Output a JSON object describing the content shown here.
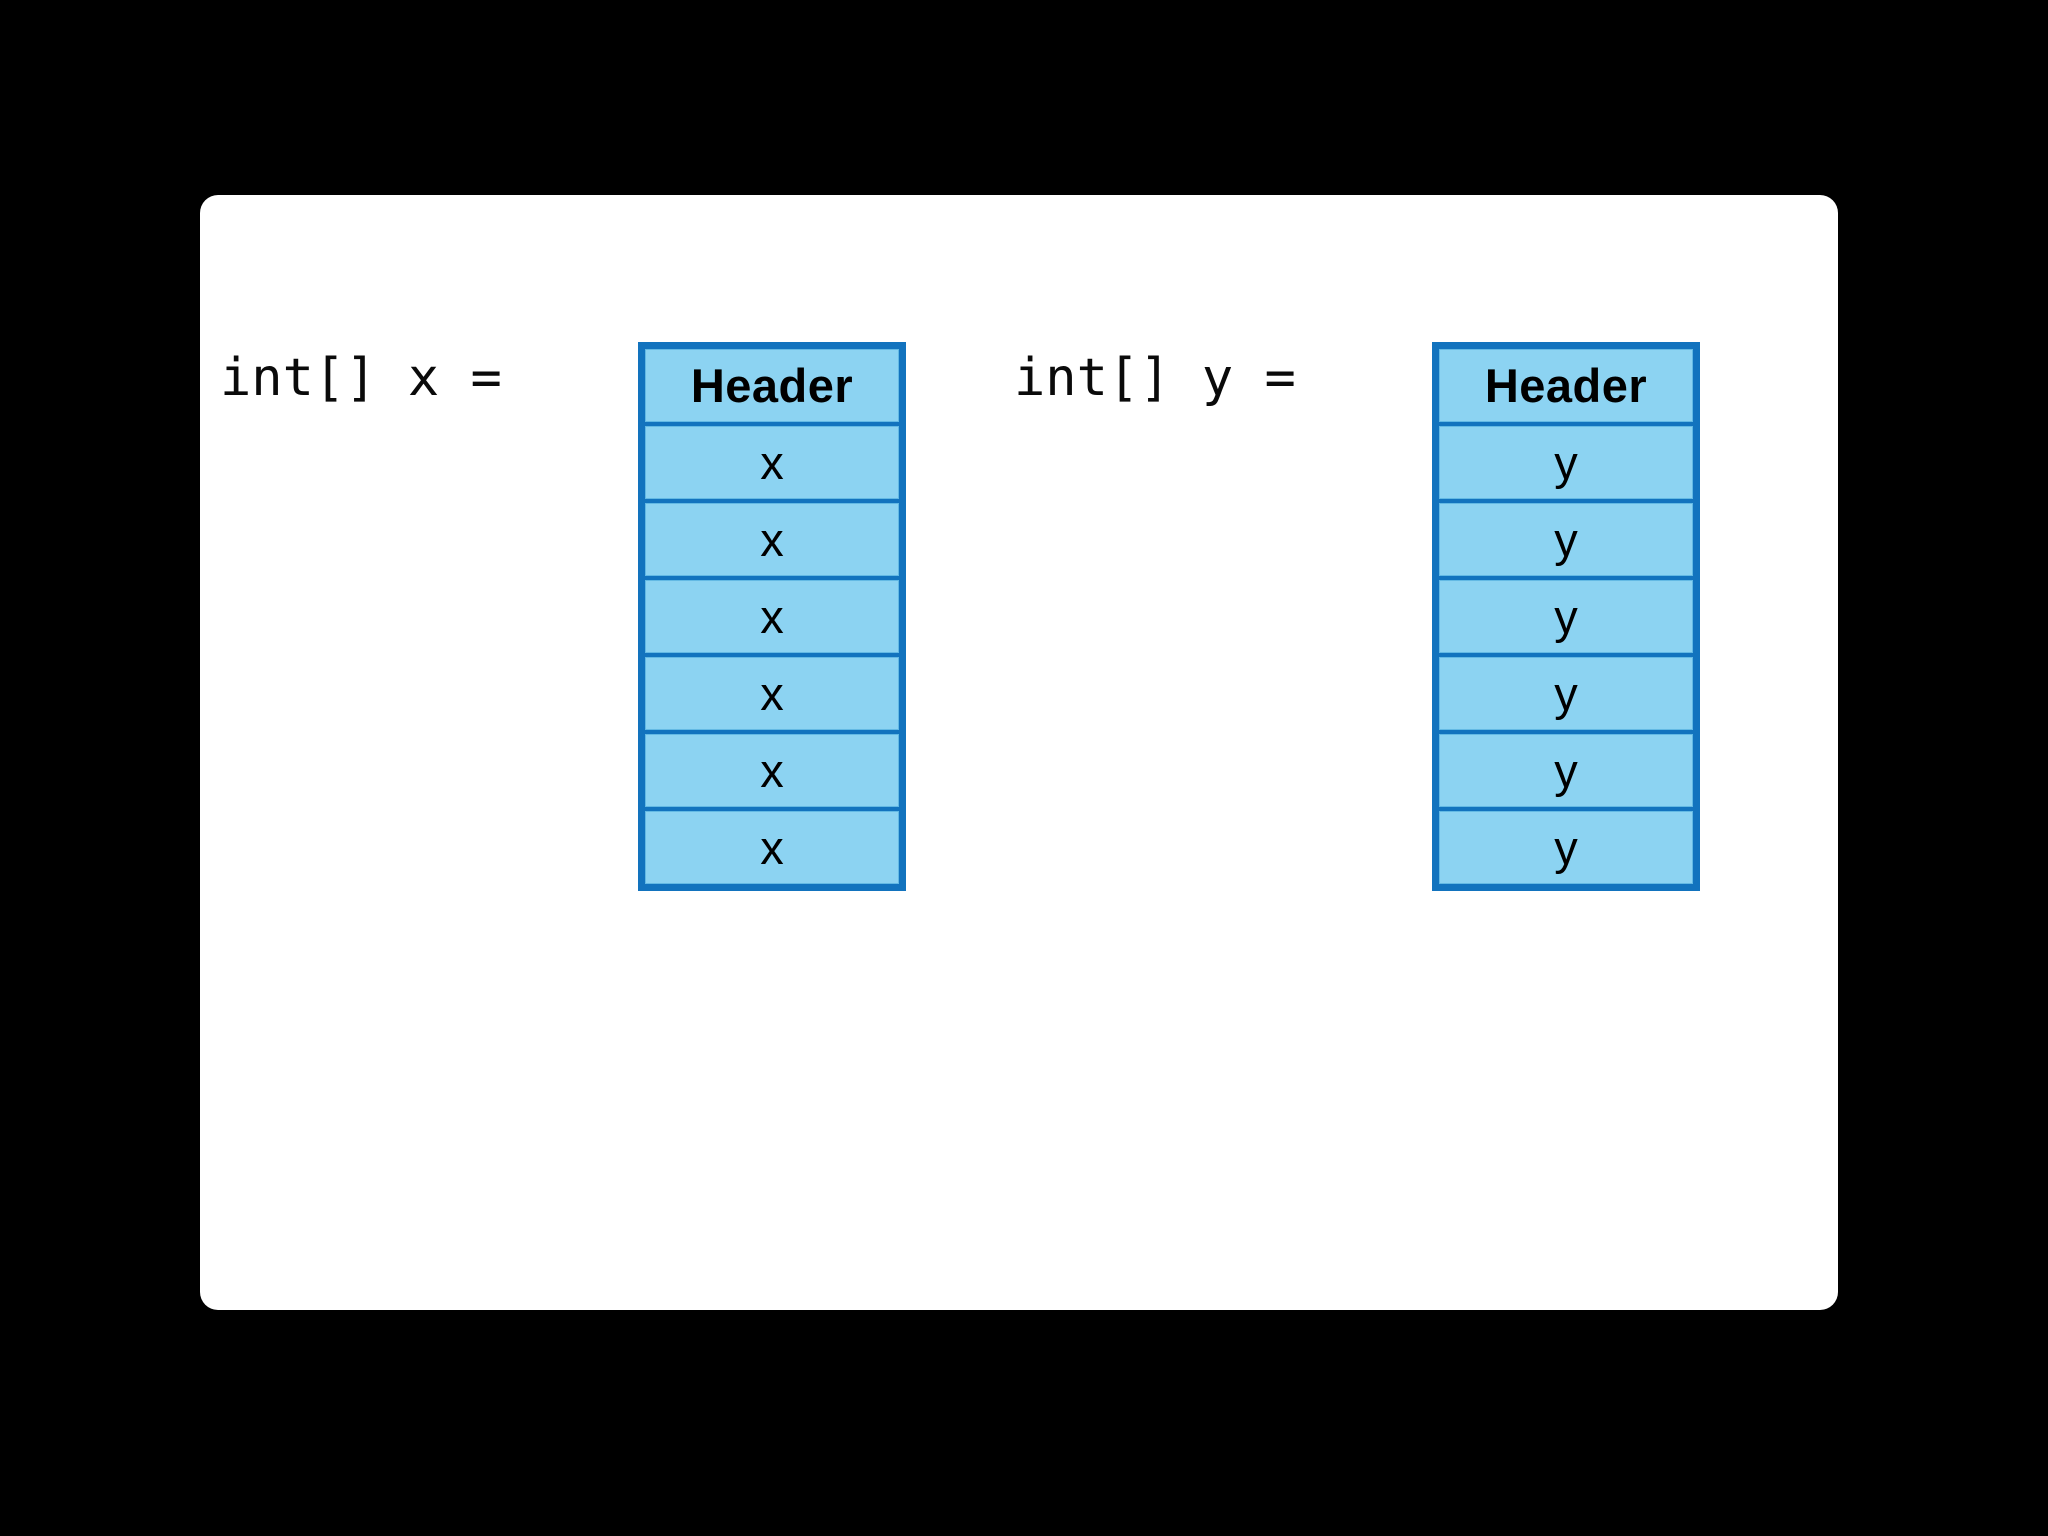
{
  "slide": {
    "background_color": "#000000",
    "panel_color": "#ffffff"
  },
  "theme": {
    "cell_fill": "#8cd3f2",
    "cell_border": "#1273be",
    "text_color": "#000000"
  },
  "diagram": {
    "type": "array-memory-layout",
    "arrays": [
      {
        "name": "x",
        "declaration": "int[] x =",
        "header_label": "Header",
        "cell_count": 6,
        "cells": [
          "x",
          "x",
          "x",
          "x",
          "x",
          "x"
        ]
      },
      {
        "name": "y",
        "declaration": "int[] y =",
        "header_label": "Header",
        "cell_count": 6,
        "cells": [
          "y",
          "y",
          "y",
          "y",
          "y",
          "y"
        ]
      }
    ]
  }
}
